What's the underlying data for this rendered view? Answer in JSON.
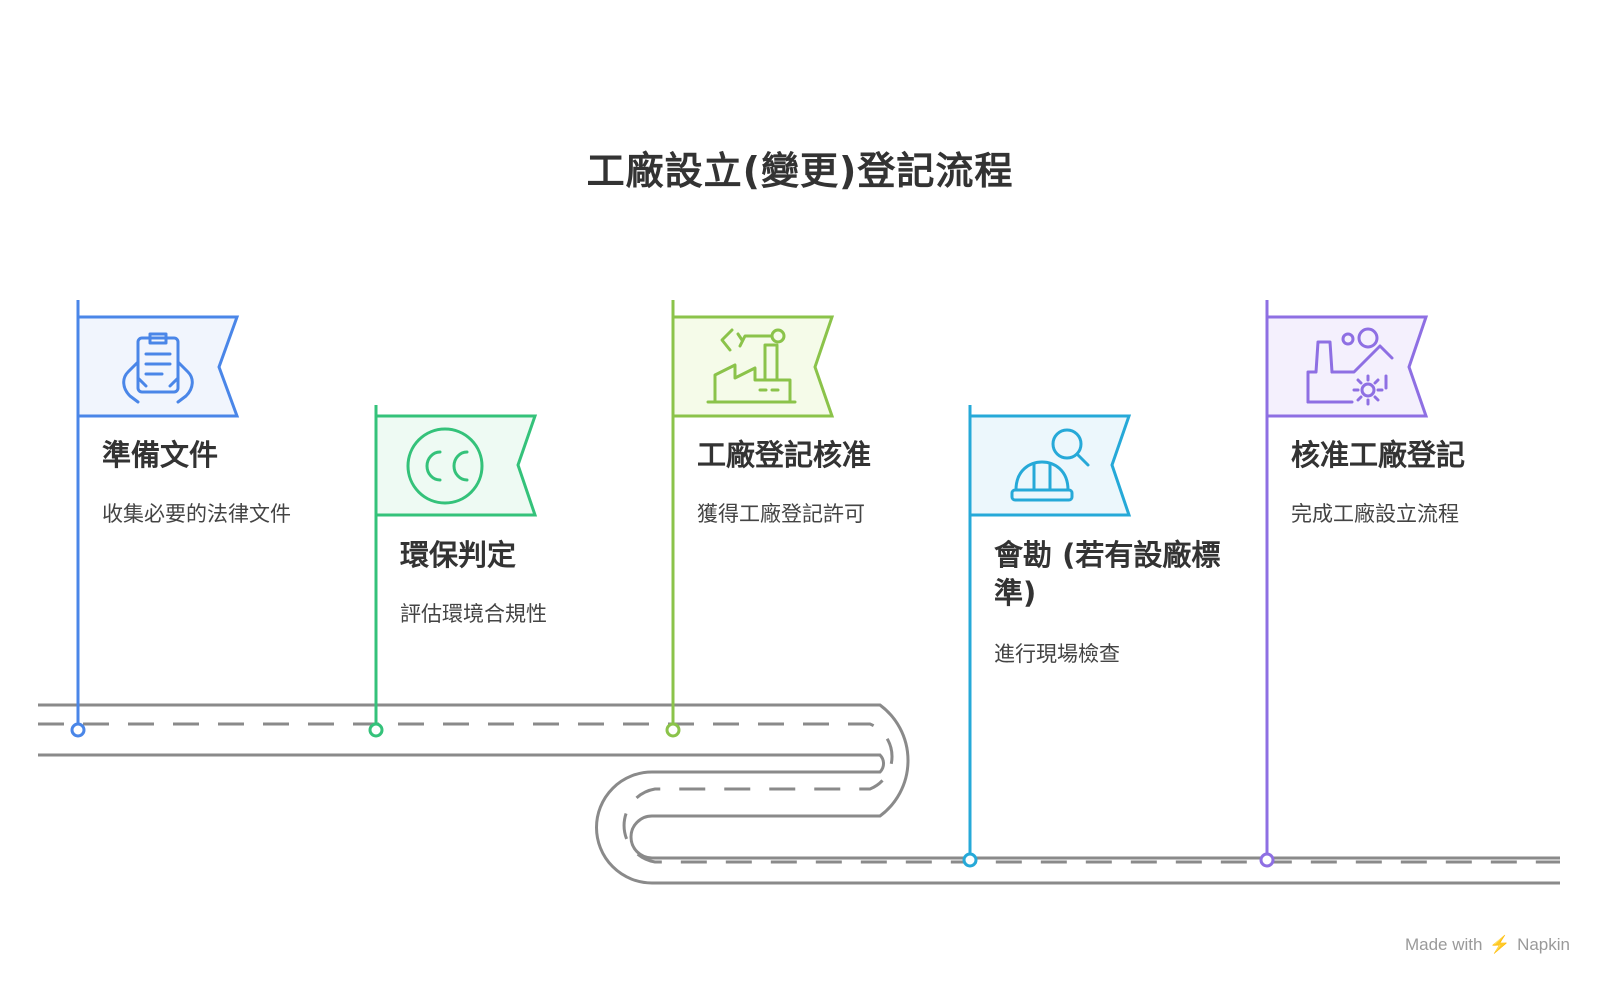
{
  "title": "工廠設立(變更)登記流程",
  "steps": [
    {
      "id": "s1",
      "icon": "document-hands-icon",
      "color": "#4a86e8",
      "fill": "#f1f5fd",
      "title": "準備文件",
      "desc": "收集必要的法律文件"
    },
    {
      "id": "s2",
      "icon": "cc-icon",
      "color": "#34c27a",
      "fill": "#eefaf3",
      "title": "環保判定",
      "desc": "評估環境合規性"
    },
    {
      "id": "s3",
      "icon": "factory-robot-arm-icon",
      "color": "#8bc34a",
      "fill": "#f5fbe9",
      "title": "工廠登記核准",
      "desc": "獲得工廠登記許可"
    },
    {
      "id": "s4",
      "icon": "hardhat-magnifier-icon",
      "color": "#26a9d8",
      "fill": "#ecf7fc",
      "title": "會勘 (若有設廠標準)",
      "desc": "進行現場檢查"
    },
    {
      "id": "s5",
      "icon": "factory-gear-icon",
      "color": "#8e6fe3",
      "fill": "#f4f0fd",
      "title": "核准工廠登記",
      "desc": "完成工廠設立流程"
    }
  ],
  "footer": {
    "made_with": "Made with",
    "brand": "Napkin"
  }
}
